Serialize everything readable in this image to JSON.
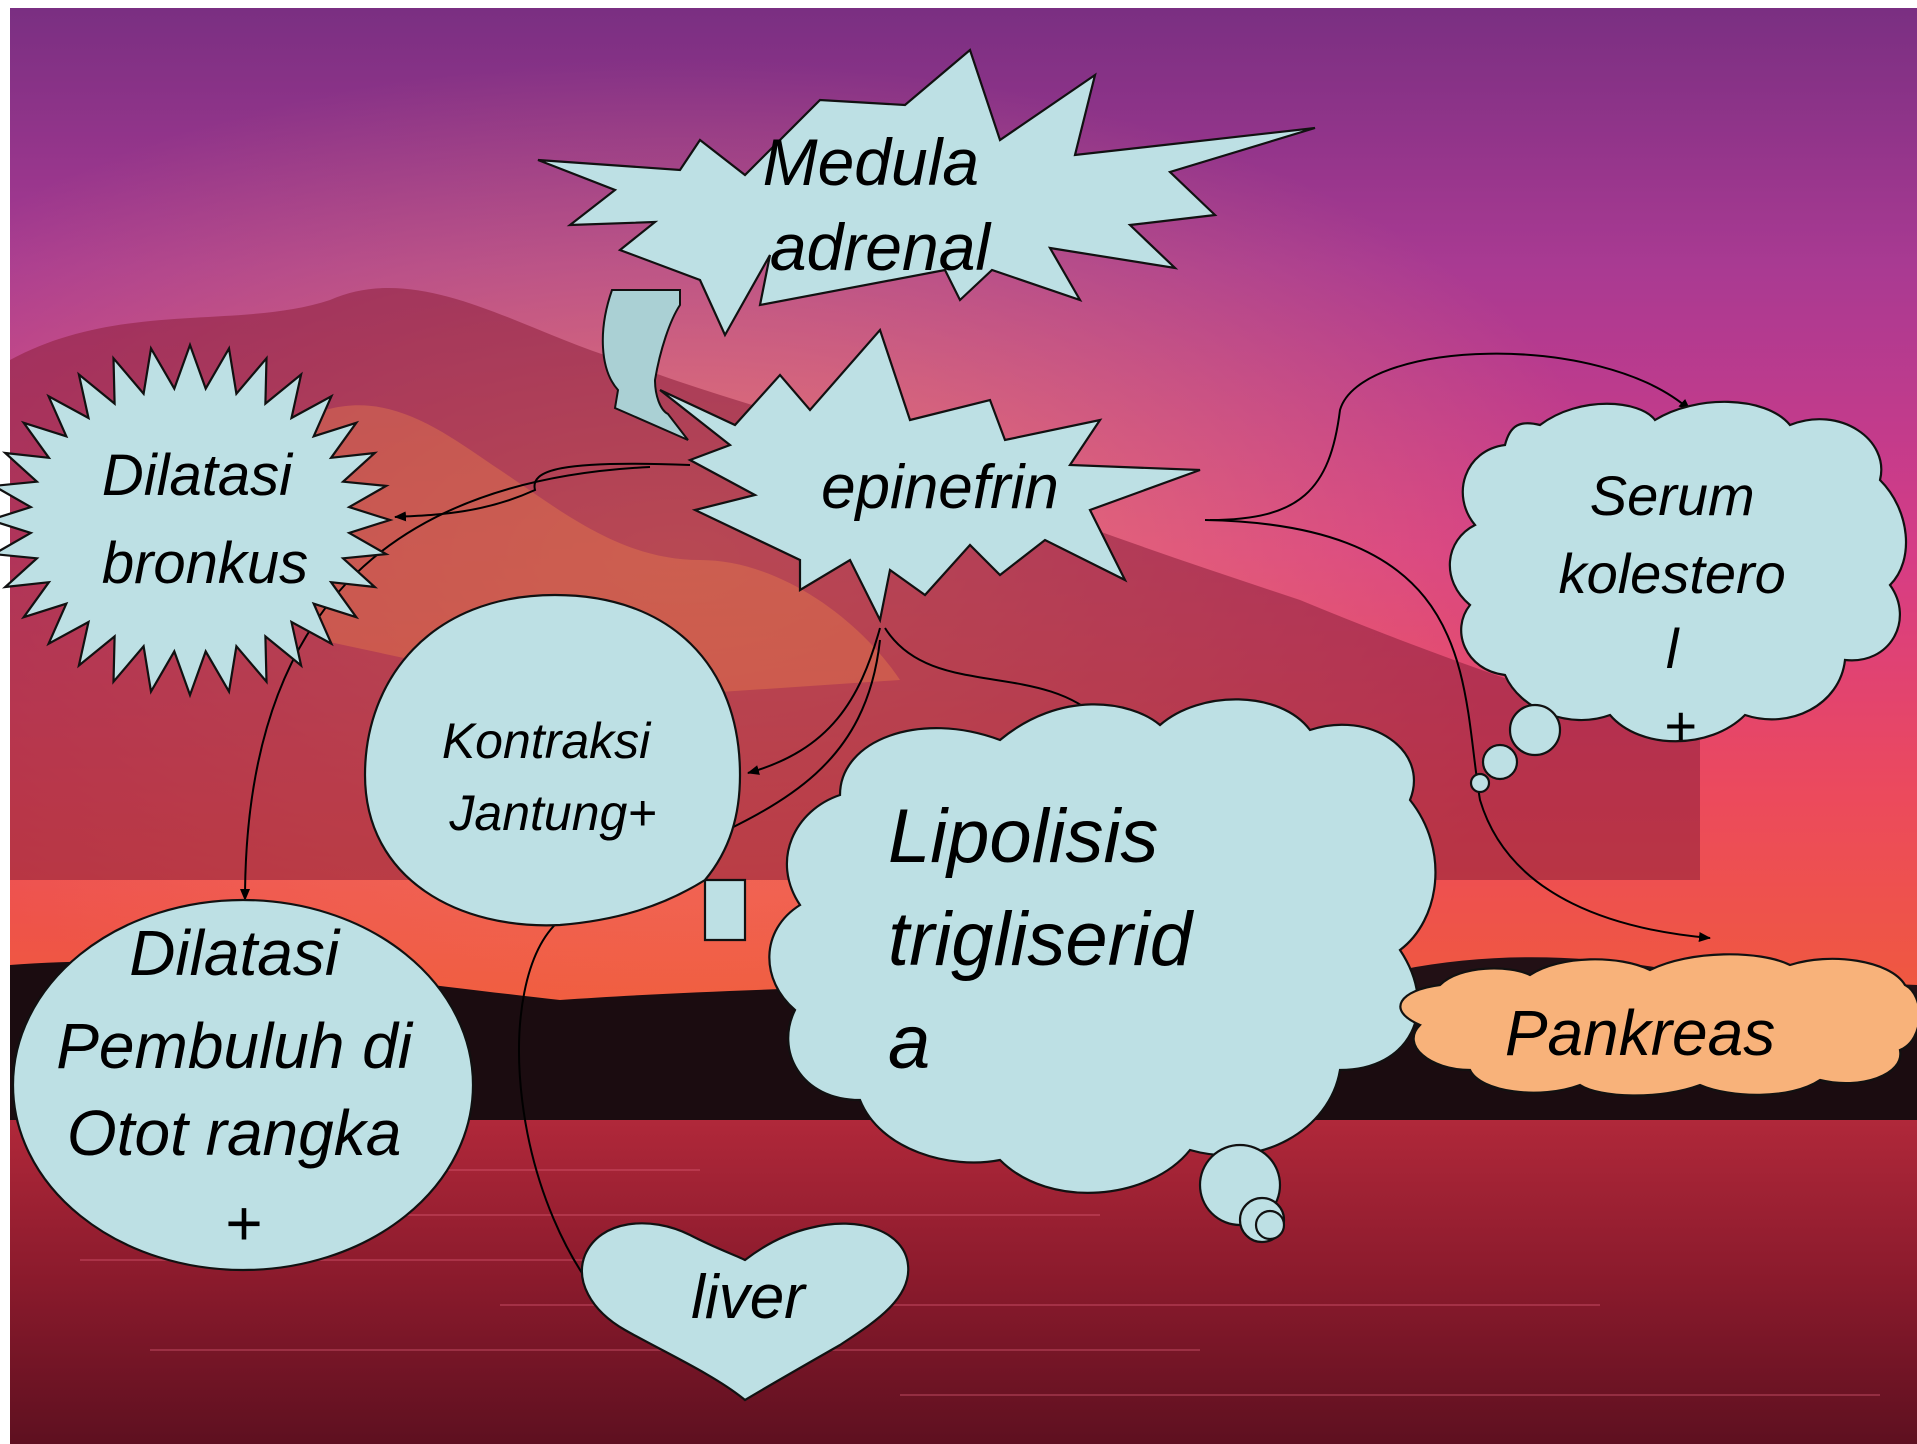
{
  "diagram": {
    "nodes": {
      "medula": {
        "lines": [
          "Medula",
          "adrenal"
        ]
      },
      "epinefrin": {
        "lines": [
          "epinefrin"
        ]
      },
      "dilatasi_bronkus": {
        "lines": [
          "Dilatasi",
          "bronkus"
        ]
      },
      "kontraksi_jantung": {
        "lines": [
          "Kontraksi",
          "Jantung+"
        ]
      },
      "dilatasi_pembuluh": {
        "lines": [
          "Dilatasi",
          "Pembuluh di",
          "Otot rangka",
          "+"
        ]
      },
      "lipolisis": {
        "lines": [
          "Lipolisis",
          "trigliserid",
          "a"
        ]
      },
      "serum_kolesterol": {
        "lines": [
          "Serum",
          "kolestero",
          "l",
          "+"
        ]
      },
      "pankreas": {
        "lines": [
          "Pankreas"
        ]
      },
      "liver": {
        "lines": [
          "liver"
        ]
      }
    },
    "colors": {
      "shape_fill": "#bde0e4",
      "pankreas_fill": "#f8b27a",
      "outline": "#111111",
      "text": "#000000"
    }
  }
}
